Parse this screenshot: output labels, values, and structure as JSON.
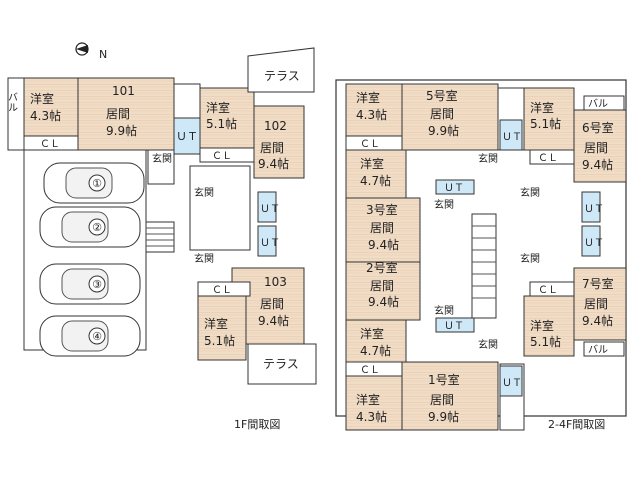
{
  "compass": {
    "north_label": "N"
  },
  "floor1": {
    "caption": "1F間取図",
    "terrace_top": "テラス",
    "terrace_bottom": "テラス",
    "balcony": "バル",
    "units": [
      {
        "no": "101",
        "western": "洋室",
        "western_size": "4.3帖",
        "living": "居間",
        "living_size": "9.9帖",
        "cl": "ＣＬ"
      },
      {
        "no": "102",
        "western": "洋室",
        "western_size": "5.1帖",
        "living": "居間",
        "living_size": "9.4帖",
        "cl": "ＣＬ"
      },
      {
        "no": "103",
        "western": "洋室",
        "western_size": "5.1帖",
        "living": "居間",
        "living_size": "9.4帖",
        "cl": "ＣＬ"
      }
    ],
    "entrance": "玄関",
    "ut": "ＵＴ",
    "parking": [
      "①",
      "②",
      "③",
      "④"
    ]
  },
  "floor24": {
    "caption": "2-4F間取図",
    "balcony": "バル",
    "entrance": "玄関",
    "ut": "ＵＴ",
    "cl": "ＣＬ",
    "units": [
      {
        "no": "1号室",
        "western": "洋室",
        "western_size": "4.3帖",
        "living": "居間",
        "living_size": "9.9帖"
      },
      {
        "no": "2号室",
        "western": "洋室",
        "western_size": "4.7帖",
        "living": "居間",
        "living_size": "9.4帖"
      },
      {
        "no": "3号室",
        "western": "洋室",
        "western_size": "4.7帖",
        "living": "居間",
        "living_size": "9.4帖"
      },
      {
        "no": "5号室",
        "western": "洋室",
        "western_size": "4.3帖",
        "living": "居間",
        "living_size": "9.9帖"
      },
      {
        "no": "6号室",
        "western": "洋室",
        "western_size": "5.1帖",
        "living": "居間",
        "living_size": "9.4帖"
      },
      {
        "no": "7号室",
        "western": "洋室",
        "western_size": "5.1帖",
        "living": "居間",
        "living_size": "9.4帖"
      }
    ]
  }
}
